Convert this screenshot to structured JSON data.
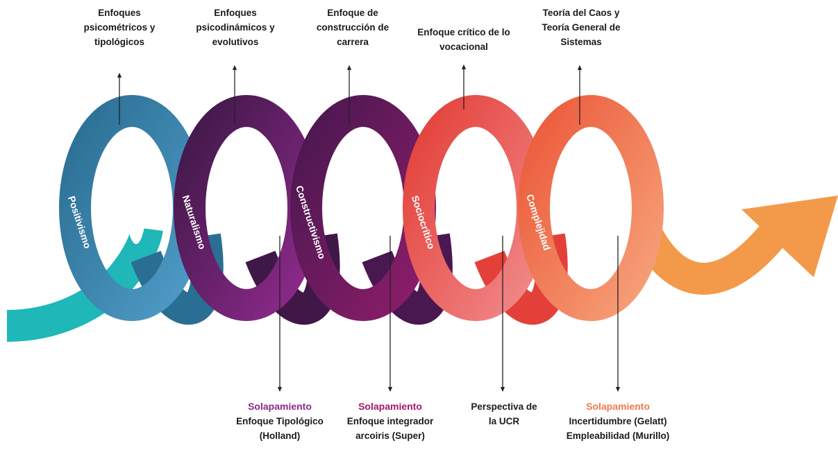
{
  "paradigms": [
    {
      "name": "Positivismo",
      "color_light": "#4f9cc7",
      "color_dark": "#2b6e93"
    },
    {
      "name": "Naturalismo",
      "color_light": "#8e2a8c",
      "color_dark": "#3f1848"
    },
    {
      "name": "Constructivismo",
      "color_light": "#8d1d6a",
      "color_dark": "#4a1850"
    },
    {
      "name": "Sociocrítico",
      "color_light": "#f08a8a",
      "color_dark": "#e4403a"
    },
    {
      "name": "Complejidad",
      "color_light": "#f6a27a",
      "color_dark": "#ec5a3a"
    }
  ],
  "tail_color": "#1fb7b7",
  "head_color": "#f39a4a",
  "top_labels": [
    {
      "lines": [
        "Enfoques",
        "psicométricos y",
        "tipológicos"
      ]
    },
    {
      "lines": [
        "Enfoques",
        "psicodinámicos y",
        "evolutivos"
      ]
    },
    {
      "lines": [
        "Enfoque de",
        "construcción de",
        "carrera"
      ]
    },
    {
      "lines": [
        "Enfoque crítico de lo",
        "vocacional"
      ]
    },
    {
      "lines": [
        "Teoría del Caos y",
        "Teoría General de",
        "Sistemas"
      ]
    }
  ],
  "bottom_labels": [
    {
      "title": "Solapamiento",
      "title_color": "#8b2a8a",
      "lines": [
        "Enfoque Tipológico",
        "(Holland)"
      ]
    },
    {
      "title": "Solapamiento",
      "title_color": "#a3166a",
      "lines": [
        "Enfoque integrador",
        "arcoiris (Super)"
      ]
    },
    {
      "title": "",
      "title_color": "",
      "lines": [
        "Perspectiva de",
        "la UCR"
      ]
    },
    {
      "title": "Solapamiento",
      "title_color": "#f07a4a",
      "lines": [
        "Incertidumbre (Gelatt)",
        "Empleabilidad (Murillo)"
      ]
    }
  ]
}
